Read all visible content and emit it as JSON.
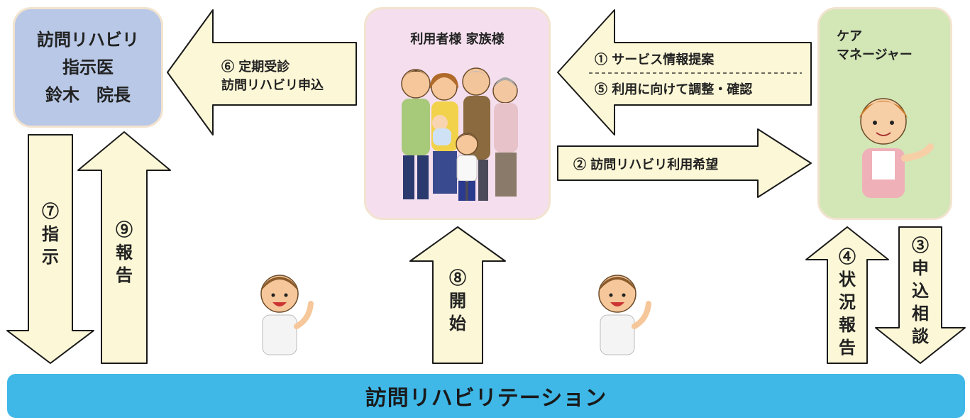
{
  "boxes": {
    "doctor": {
      "line1": "訪問リハビリ",
      "line2": "指示医",
      "line3": "鈴木　院長"
    },
    "family": {
      "title": "利用者様  家族様"
    },
    "care_manager": {
      "line1": "ケア",
      "line2": "マネージャー"
    }
  },
  "arrows": {
    "a1_5": {
      "top": "① サービス情報提案",
      "bottom": "⑤ 利用に向けて調整・確認"
    },
    "a2": "② 訪問リハビリ利用希望",
    "a3": "③申込相談",
    "a4": "④状況報告",
    "a6": {
      "line1": "⑥ 定期受診",
      "line2": "訪問リハビリ申込"
    },
    "a7": "⑦指示",
    "a8": "⑧開始",
    "a9": "⑨報告"
  },
  "bottom_bar": {
    "label": "訪問リハビリテーション"
  },
  "colors": {
    "arrow_fill": "#fcf7d6",
    "arrow_stroke": "#1a1a1a",
    "bar": "#3fb8e8",
    "doctor_box": "#b8c8e6",
    "family_box": "#f5dfee",
    "care_box": "#d2e6b6"
  },
  "icons": [
    "family-illustration-icon",
    "care-manager-illustration-icon",
    "therapist-illustration-icon"
  ]
}
